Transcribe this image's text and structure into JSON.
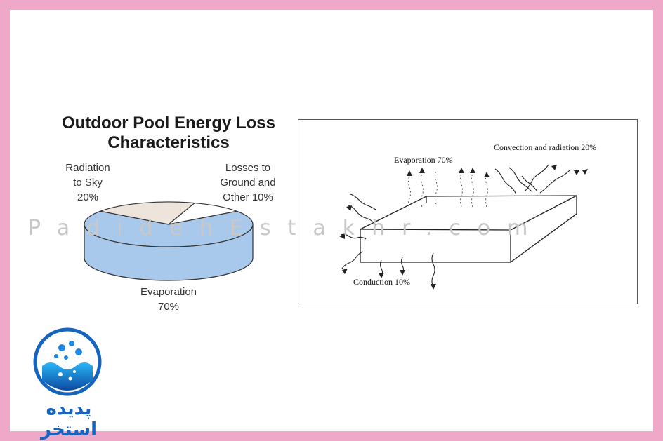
{
  "pie": {
    "title_line1": "Outdoor Pool Energy Loss",
    "title_line2": "Characteristics",
    "label_radiation_1": "Radiation",
    "label_radiation_2": "to Sky",
    "label_radiation_3": "20%",
    "label_losses_1": "Losses to",
    "label_losses_2": "Ground and",
    "label_losses_3": "Other 10%",
    "label_evap_1": "Evaporation",
    "label_evap_2": "70%",
    "colors": {
      "evaporation": "#a9c9ec",
      "radiation": "#ede4dc",
      "other": "#ffffff",
      "edge": "#333333"
    }
  },
  "chart_data": {
    "type": "pie",
    "title": "Outdoor Pool Energy Loss Characteristics",
    "categories": [
      "Evaporation",
      "Radiation to Sky",
      "Losses to Ground and Other"
    ],
    "values": [
      70,
      20,
      10
    ]
  },
  "sketch": {
    "evaporation": "Evaporation 70%",
    "convection": "Convection and radiation 20%",
    "conduction": "Conduction 10%"
  },
  "watermark": "PadidehEstakhr.com",
  "logo": {
    "text": "پدیده استخر",
    "color": "#1565c0"
  }
}
